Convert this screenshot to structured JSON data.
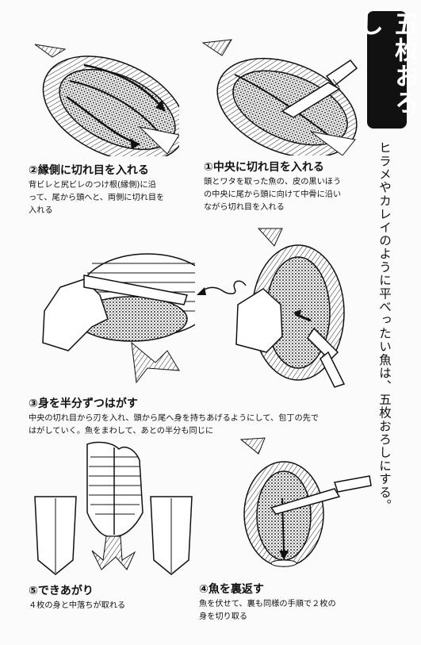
{
  "title": "五枚おろし",
  "vertical_note": "ヒラメやカレイのように平べったい魚は、五枚おろしにする。",
  "steps": [
    {
      "title": "②縁側に切れ目を入れる",
      "lines": [
        "背ビレと尻ビレのつけ根(縁側)に沿",
        "って、尾から頭へと、両側に切れ目を",
        "入れる"
      ]
    },
    {
      "title": "①中央に切れ目を入れる",
      "lines": [
        "頭とワタを取った魚の、皮の黒いほう",
        "の中央に尾から頭に向けて中骨に沿い",
        "ながら切れ目を入れる"
      ]
    },
    {
      "title": "③身を半分ずつはがす",
      "lines": [
        "中央の切れ目から刃を入れ、頭から尾へ身を持ちあげるようにして、包丁の先で",
        "はがしていく。魚をまわして、あとの半分も同じに"
      ]
    },
    {
      "title": "⑤できあがり",
      "lines": [
        "４枚の身と中落ちが取れる"
      ]
    },
    {
      "title": "④魚を裏返す",
      "lines": [
        "魚を伏せて、裏も同様の手順で２枚の",
        "身を切り取る"
      ]
    }
  ]
}
